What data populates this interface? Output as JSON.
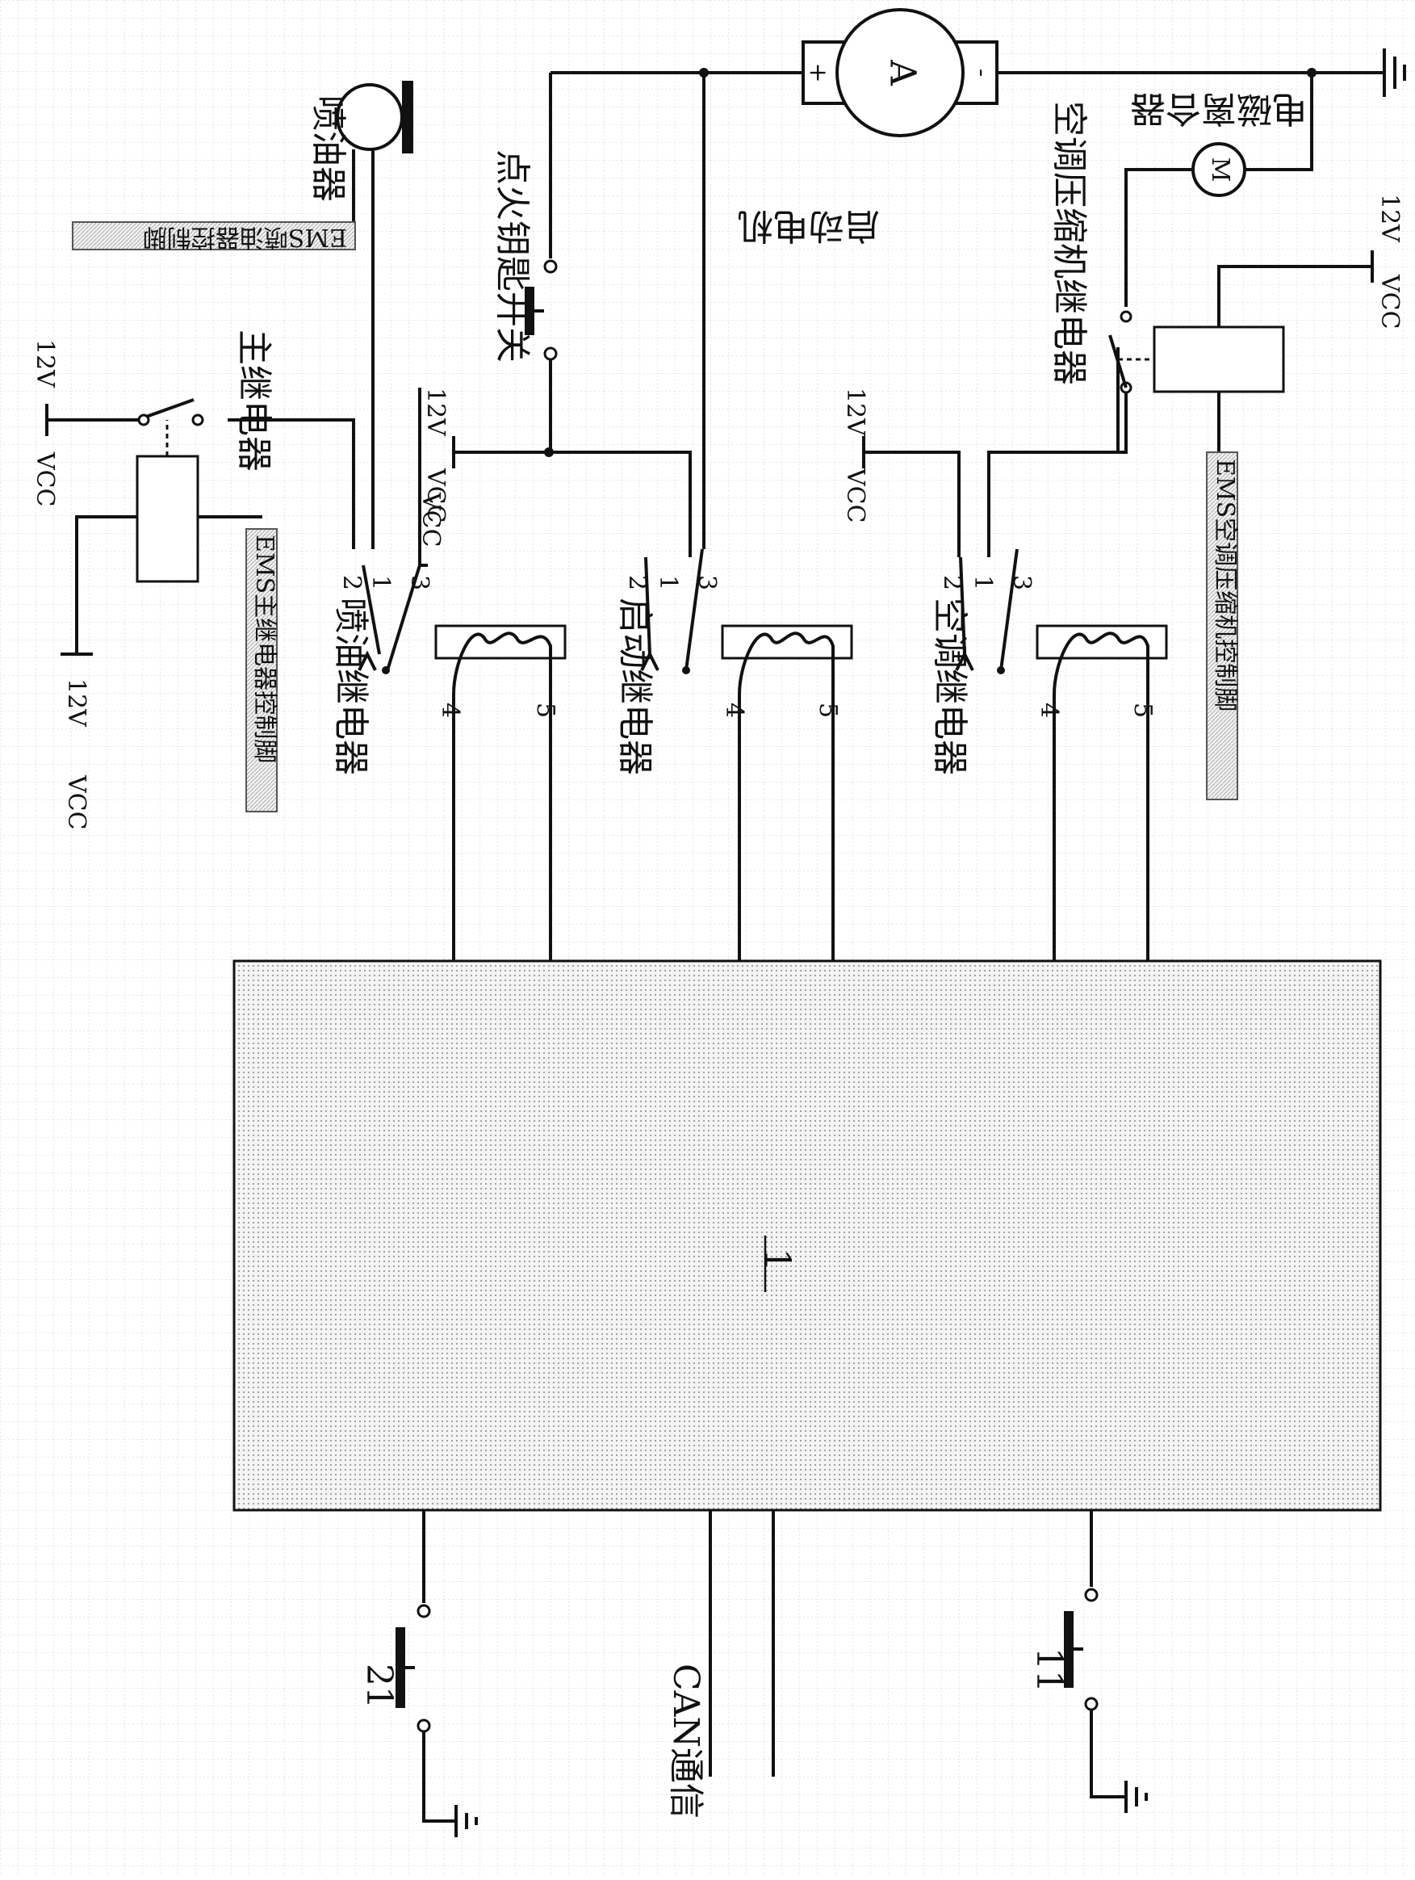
{
  "module": {
    "label": "1"
  },
  "relays": {
    "fuel": {
      "name": "喷油继电器",
      "pin1": "1",
      "pin2": "2",
      "pin3": "3",
      "pin4": "4",
      "pin5": "5",
      "vcc": "VCC",
      "vcc_v": "12V"
    },
    "start": {
      "name": "启动继电器",
      "pin1": "1",
      "pin2": "2",
      "pin3": "3",
      "pin4": "4",
      "pin5": "5",
      "vcc": "VCC",
      "vcc_v": "12V"
    },
    "ac": {
      "name": "空调继电器",
      "pin1": "1",
      "pin2": "2",
      "pin3": "3",
      "pin4": "4",
      "pin5": "5",
      "vcc": "VCC",
      "vcc_v": "12V"
    }
  },
  "main_relay": {
    "name": "主继电器",
    "tag": "EMS主继电器控制脚",
    "vcc_top": "VCC",
    "vcc_top_v": "12V",
    "vcc_left": "VCC",
    "vcc_left_v": "12V"
  },
  "injector": {
    "name": "喷油器",
    "tag": "EMS喷油器控制脚"
  },
  "ignition_switch": {
    "name": "点火钥匙开关"
  },
  "starter_motor": {
    "name": "启动电机",
    "symbol": "A",
    "plus": "+",
    "minus": "-"
  },
  "compressor_relay": {
    "name": "空调压缩机继电器",
    "tag": "EMS空调压缩机控制脚",
    "vcc": "VCC",
    "vcc_v": "12V"
  },
  "compressor_clutch": {
    "name": "电磁离合器",
    "symbol": "M"
  },
  "switches": {
    "left": "21",
    "right": "11"
  },
  "can": {
    "label": "CAN通信"
  }
}
